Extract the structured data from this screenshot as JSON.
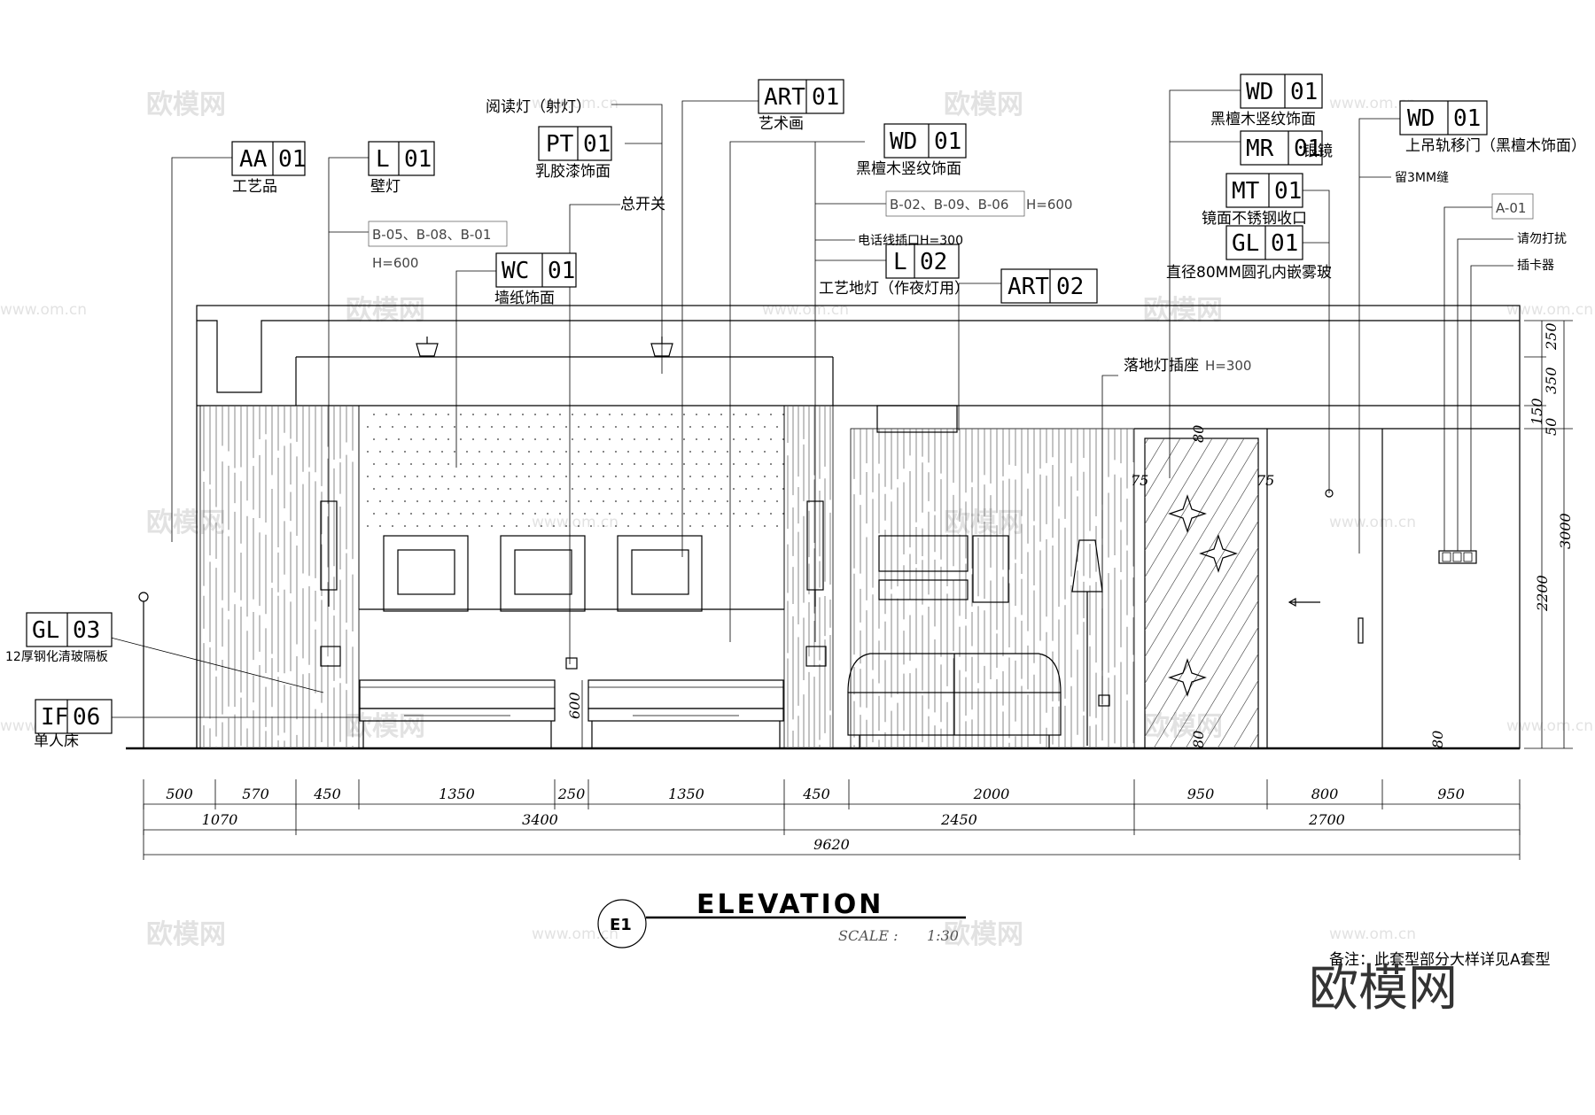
{
  "drawing": {
    "title": "ELEVATION",
    "scale_label": "SCALE :",
    "scale_value": "1:30",
    "view_id": "E1",
    "remark": "备注：此套型部分大样详见A套型",
    "brand": "欧模网",
    "watermark": "欧模网",
    "watermark_url": "www.om.cn"
  },
  "tags": [
    {
      "code": "AA",
      "num": "01",
      "label": "工艺品"
    },
    {
      "code": "L",
      "num": "01",
      "label": "壁灯"
    },
    {
      "code": "WC",
      "num": "01",
      "label": "墙纸饰面"
    },
    {
      "code": "PT",
      "num": "01",
      "label": "乳胶漆饰面"
    },
    {
      "code": "ART",
      "num": "01",
      "label": "艺术画"
    },
    {
      "code": "WD",
      "num": "01",
      "label": "黑檀木竖纹饰面"
    },
    {
      "code": "L",
      "num": "02",
      "label": "工艺地灯（作夜灯用）"
    },
    {
      "code": "ART",
      "num": "02",
      "label": ""
    },
    {
      "code": "WD",
      "num": "01",
      "label": "黑檀木竖纹饰面"
    },
    {
      "code": "MR",
      "num": "01",
      "label": "银镜"
    },
    {
      "code": "MT",
      "num": "01",
      "label": "镜面不锈钢收口"
    },
    {
      "code": "GL",
      "num": "01",
      "label": "直径80MM圆孔内嵌雾玻"
    },
    {
      "code": "WD",
      "num": "01",
      "label": "上吊轨移门（黑檀木饰面）"
    },
    {
      "code": "GL",
      "num": "03",
      "label": "12厚钢化清玻隔板"
    },
    {
      "code": "IF",
      "num": "06",
      "label": "单人床"
    }
  ],
  "notes": {
    "reading_light": "阅读灯（射灯）",
    "main_switch": "总开关",
    "sockets_left": "B-05、B-08、B-01",
    "sockets_left_h": "H=600",
    "sockets_right": "B-02、B-09、B-06",
    "sockets_right_h": "H=600",
    "phone_socket": "电话线插口H=300",
    "floor_lamp_socket": "落地灯插座",
    "floor_lamp_socket_h": "H=300",
    "gap_3mm": "留3MM缝",
    "a01": "A-01",
    "dnd": "请勿打扰",
    "card_slot": "插卡器"
  },
  "dimensions": {
    "row1": [
      "500",
      "570",
      "450",
      "1350",
      "250",
      "1350",
      "450",
      "2000",
      "950",
      "800",
      "950"
    ],
    "row2": [
      "1070",
      "3400",
      "2450",
      "2700"
    ],
    "total": "9620",
    "right_side": [
      "250",
      "350",
      "150",
      "50",
      "3000",
      "2200"
    ],
    "local": [
      "600",
      "75",
      "75",
      "80",
      "80",
      "80"
    ]
  }
}
